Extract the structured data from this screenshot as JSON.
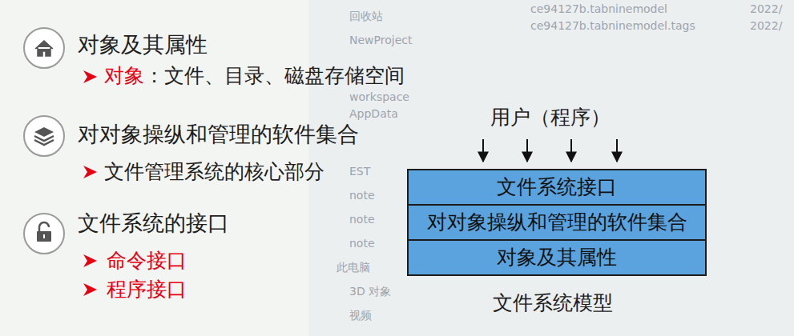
{
  "diagram": {
    "caption": "文件系统模型",
    "nodes": [
      {
        "text": [
          "文件系统接口"
        ]
      },
      {
        "text": [
          "对对象操纵和管理的软件集合"
        ]
      },
      {
        "text": [
          "对象及其属性"
        ]
      }
    ],
    "labels": [
      "对象及其属性",
      "对象",
      "：文件、目录、磁盘存储空间",
      "对对象操纵和管理的软件集合",
      "文件管理系统的核心部分",
      "文件系统的接口",
      "命令接口",
      "程序接口",
      "用户（程序）",
      "回收站",
      "NewProject",
      "workspace",
      "AppData",
      "EST",
      "note",
      "note",
      "note",
      "此电脑",
      "3D 对象",
      "视频",
      "ce94127b.tabninemodel",
      "ce94127b.tabninemodel.tags",
      "2022/",
      "2022/"
    ]
  }
}
